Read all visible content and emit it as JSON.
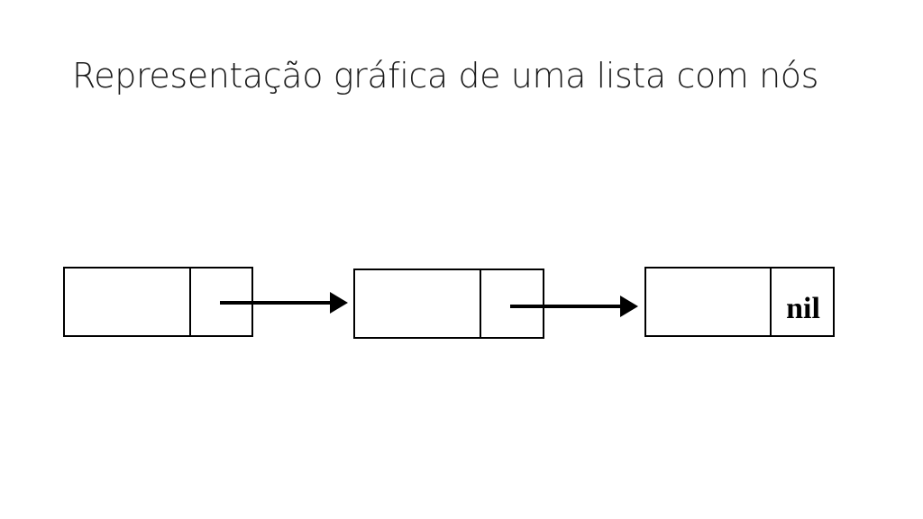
{
  "slide": {
    "title": "Representação gráfica de uma lista com nós"
  },
  "diagram": {
    "type": "linked-list",
    "nodes": [
      {
        "data": "",
        "next": "arrow"
      },
      {
        "data": "",
        "next": "arrow"
      },
      {
        "data": "",
        "next": "nil"
      }
    ],
    "nil_label": "nil"
  },
  "colors": {
    "background": "#ffffff",
    "stroke": "#000000",
    "text": "#1a1a1a"
  }
}
